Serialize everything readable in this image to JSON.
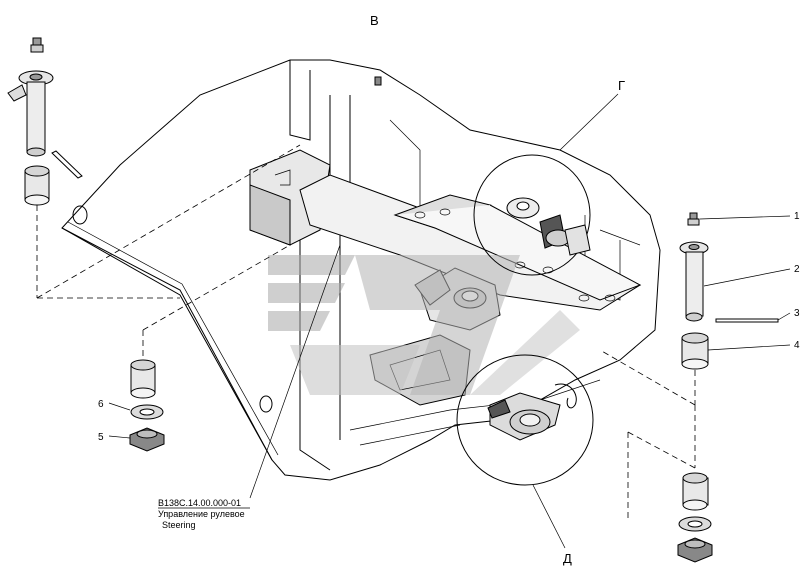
{
  "view_label": "В",
  "detail_labels": {
    "g": "Г",
    "d": "Д"
  },
  "callouts": [
    "1",
    "2",
    "3",
    "4",
    "5",
    "6"
  ],
  "assembly": {
    "code": "В138С.14.00.000-01",
    "name_ru": "Управление рулевое",
    "name_en": "Steering"
  }
}
